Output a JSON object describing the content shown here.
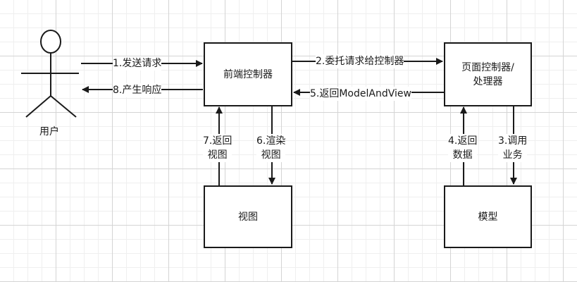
{
  "actor": {
    "label": "用户"
  },
  "nodes": {
    "front_controller": "前端控制器",
    "page_controller": "页面控制器/\n处理器",
    "view": "视图",
    "model": "模型"
  },
  "edges": {
    "send_request": "1.发送请求",
    "delegate": "2.委托请求给控制器",
    "call_business": "3.调用\n业务",
    "return_data": "4.返回\n数据",
    "return_mav": "5.返回ModelAndView",
    "render_view": "6.渲染\n视图",
    "return_view": "7.返回\n视图",
    "response": "8.产生响应"
  }
}
